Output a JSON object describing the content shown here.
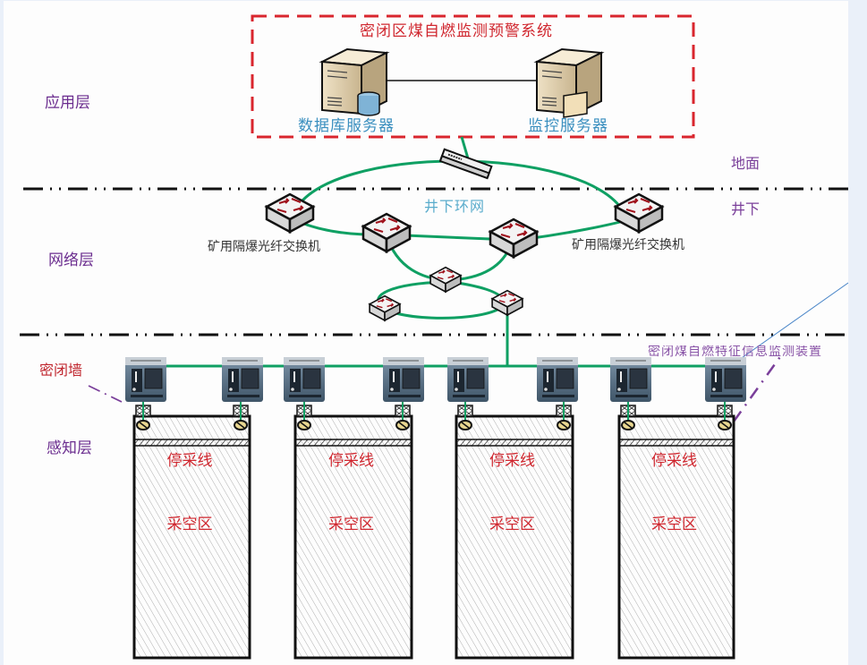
{
  "layers": {
    "application": "应用层",
    "network": "网络层",
    "perception": "感知层"
  },
  "zones": {
    "surface": "地面",
    "underground": "井下"
  },
  "system": {
    "title": "密闭区煤自燃监测预警系统",
    "database_server": "数据库服务器",
    "monitor_server": "监控服务器"
  },
  "network": {
    "ring_label": "井下环网",
    "switch_label_left": "矿用隔爆光纤交换机",
    "switch_label_right": "矿用隔爆光纤交换机"
  },
  "perception": {
    "wall_label": "密闭墙",
    "device_label": "密闭煤自燃特征信息监测装置",
    "panels": [
      {
        "stop_line": "停采线",
        "goaf": "采空区"
      },
      {
        "stop_line": "停采线",
        "goaf": "采空区"
      },
      {
        "stop_line": "停采线",
        "goaf": "采空区"
      },
      {
        "stop_line": "停采线",
        "goaf": "采空区"
      }
    ]
  },
  "colors": {
    "fiber": "#0fa063",
    "dashed_box": "#d9262e",
    "layer_text": "#6b2d8f"
  }
}
